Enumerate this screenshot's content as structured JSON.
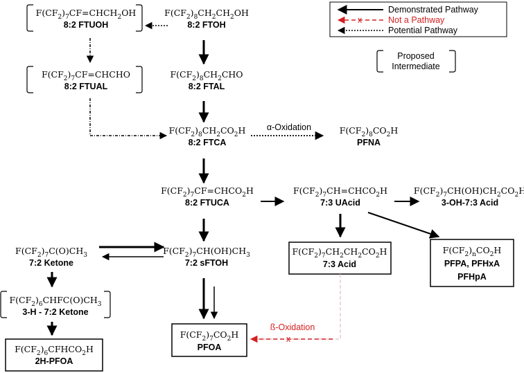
{
  "legend": {
    "demonstrated": "Demonstrated Pathway",
    "not_pathway": "Not a Pathway",
    "potential": "Potential Pathway",
    "proposed_line1": "Proposed",
    "proposed_line2": "Intermediate"
  },
  "compounds": {
    "ftuoh": {
      "formula": [
        "F(CF",
        "2",
        ")",
        "7",
        "CF=CHCH",
        "2",
        "OH"
      ],
      "label": "8:2 FTUOH"
    },
    "ftoh": {
      "formula": [
        "F(CF",
        "2",
        ")",
        "8",
        "CH",
        "2",
        "CH",
        "2",
        "OH"
      ],
      "label": "8:2 FTOH"
    },
    "ftual": {
      "formula": [
        "F(CF",
        "2",
        ")",
        "7",
        "CF=CHCHO"
      ],
      "label": "8:2 FTUAL"
    },
    "ftal": {
      "formula": [
        "F(CF",
        "2",
        ")",
        "8",
        "CH",
        "2",
        "CHO"
      ],
      "label": "8:2 FTAL"
    },
    "ftca": {
      "formula": [
        "F(CF",
        "2",
        ")",
        "8",
        "CH",
        "2",
        "CO",
        "2",
        "H"
      ],
      "label": "8:2 FTCA"
    },
    "pfna": {
      "formula": [
        "F(CF",
        "2",
        ")",
        "8",
        "CO",
        "2",
        "H"
      ],
      "label": "PFNA"
    },
    "ftuca": {
      "formula": [
        "F(CF",
        "2",
        ")",
        "7",
        "CF=CHCO",
        "2",
        "H"
      ],
      "label": "8:2 FTUCA"
    },
    "uacid": {
      "formula": [
        "F(CF",
        "2",
        ")",
        "7",
        "CH=CHCO",
        "2",
        "H"
      ],
      "label": "7:3 UAcid"
    },
    "ohacid": {
      "formula": [
        "F(CF",
        "2",
        ")",
        "7",
        "CH(OH)CH",
        "2",
        "CO",
        "2",
        "H"
      ],
      "label": "3-OH-7:3 Acid"
    },
    "ketone": {
      "formula": [
        "F(CF",
        "2",
        ")",
        "7",
        "C(O)CH",
        "3"
      ],
      "label": "7:2 Ketone"
    },
    "sftoh": {
      "formula": [
        "F(CF",
        "2",
        ")",
        "7",
        "CH(OH)CH",
        "3"
      ],
      "label": "7:2 sFTOH"
    },
    "acid73": {
      "formula": [
        "F(CF",
        "2",
        ")",
        "7",
        "CH",
        "2",
        "CH",
        "2",
        "CO",
        "2",
        "H"
      ],
      "label": "7:3 Acid"
    },
    "pfca": {
      "formula": [
        "F(CF",
        "2",
        ")",
        "n",
        "CO",
        "2",
        "H"
      ],
      "label": "PFPA, PFHxA",
      "label2": "PFHpA"
    },
    "hketone": {
      "formula": [
        "F(CF",
        "2",
        ")",
        "6",
        "CHFC(O)CH",
        "3"
      ],
      "label": "3-H - 7:2 Ketone"
    },
    "pfoa": {
      "formula": [
        "F(CF",
        "2",
        ")",
        "7",
        "CO",
        "2",
        "H"
      ],
      "label": "PFOA"
    },
    "hpfoa": {
      "formula": [
        "F(CF",
        "2",
        ")",
        "6",
        "CFHCO",
        "2",
        "H"
      ],
      "label": "2H-PFOA"
    }
  },
  "annotations": {
    "alpha_oxidation": "α-Oxidation",
    "beta_oxidation": "ß-Oxidation",
    "not_pathway_mark": "x"
  },
  "colors": {
    "not_pathway": "#d42020",
    "beta_dashed": "#e8b8c4"
  }
}
